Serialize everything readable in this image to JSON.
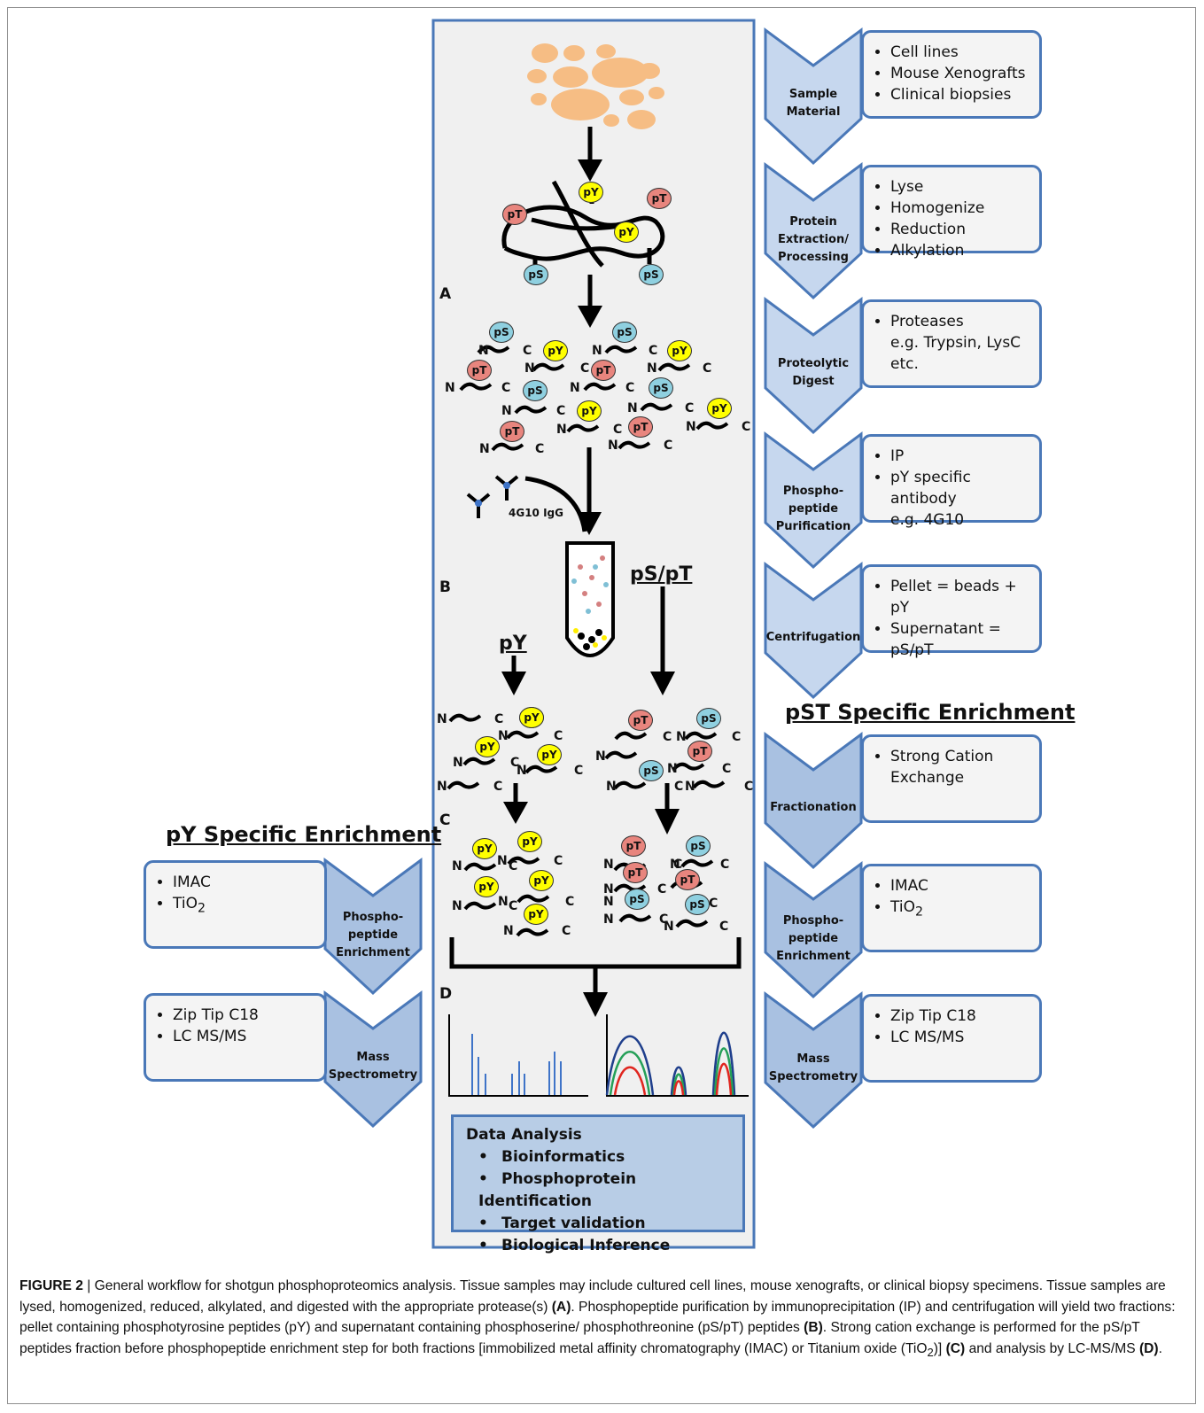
{
  "colors": {
    "chevron_light": "#c6d7ee",
    "chevron_dark": "#a9c1e1",
    "border": "#4a78b8",
    "cell": "#f6bd84",
    "pY": "#ffff00",
    "pT": "#e8857e",
    "pS": "#8fd0e0",
    "trace_blue": "#1f3f8c",
    "trace_green": "#25a058",
    "trace_red": "#e0261f"
  },
  "panels": {
    "A": "A",
    "B": "B",
    "C": "C",
    "D": "D"
  },
  "ptm": {
    "pY": "pY",
    "pT": "pT",
    "pS": "pS",
    "N": "N",
    "C": "C"
  },
  "antibody_label": "4G10 IgG",
  "flows": {
    "pS_pT": "pS/pT",
    "pY": "pY"
  },
  "right_steps": [
    {
      "label": [
        "Sample",
        "Material"
      ],
      "items": [
        "Cell lines",
        "Mouse Xenografts",
        "Clinical biopsies"
      ]
    },
    {
      "label": [
        "Protein",
        "Extraction/",
        "Processing"
      ],
      "items": [
        "Lyse",
        "Homogenize",
        "Reduction",
        "Alkylation"
      ]
    },
    {
      "label": [
        "Proteolytic",
        "Digest"
      ],
      "items": [
        "Proteases"
      ],
      "sub": "e.g. Trypsin, LysC etc."
    },
    {
      "label": [
        "Phospho-",
        "peptide",
        "Purification"
      ],
      "items": [
        "IP",
        "pY specific antibody"
      ],
      "sub": "e.g. 4G10"
    },
    {
      "label": [
        "Centrifugation"
      ],
      "items": [
        "Pellet = beads + pY",
        "Supernatant = pS/pT"
      ]
    }
  ],
  "pst_title": "pST Specific Enrichment",
  "pst_steps": [
    {
      "label": [
        "Fractionation"
      ],
      "items": [
        "Strong Cation Exchange"
      ]
    },
    {
      "label": [
        "Phospho-",
        "peptide",
        "Enrichment"
      ],
      "items": [
        "IMAC",
        "TiO2"
      ]
    },
    {
      "label": [
        "Mass",
        "Spectrometry"
      ],
      "items": [
        "Zip Tip C18",
        "LC MS/MS"
      ]
    }
  ],
  "py_title": "pY Specific Enrichment",
  "py_steps": [
    {
      "label": [
        "Phospho-",
        "peptide",
        "Enrichment"
      ],
      "items": [
        "IMAC",
        "TiO2"
      ]
    },
    {
      "label": [
        "Mass",
        "Spectrometry"
      ],
      "items": [
        "Zip Tip C18",
        "LC MS/MS"
      ]
    }
  ],
  "data_analysis": {
    "title": "Data Analysis",
    "items": [
      "Bioinformatics",
      "Phosphoprotein Identification",
      "Target validation",
      "Biological Inference"
    ]
  },
  "caption": {
    "fig": "FIGURE 2",
    "sep": " | ",
    "t1": "General workflow for shotgun phosphoproteomics analysis. Tissue samples may include cultured cell lines, mouse xenografts, or clinical biopsy specimens. Tissue samples are lysed, homogenized, reduced, alkylated, and digested with the appropriate protease(s) ",
    "A": "(A)",
    "t2": ". Phosphopeptide purification by immunoprecipitation (IP) and centrifugation will yield two fractions: pellet containing phosphotyrosine peptides (pY) and supernatant containing phosphoserine/ phosphothreonine (pS/pT) peptides ",
    "B": "(B)",
    "t3": ". Strong cation exchange is performed for the pS/pT peptides fraction before phosphopeptide enrichment step for both fractions [immobilized metal affinity chromatography (IMAC) or Titanium oxide (TiO",
    "sub2": "2",
    "t4": ")] ",
    "C": "(C)",
    "t5": " and analysis by LC-MS/MS ",
    "D": "(D)",
    "t6": "."
  }
}
